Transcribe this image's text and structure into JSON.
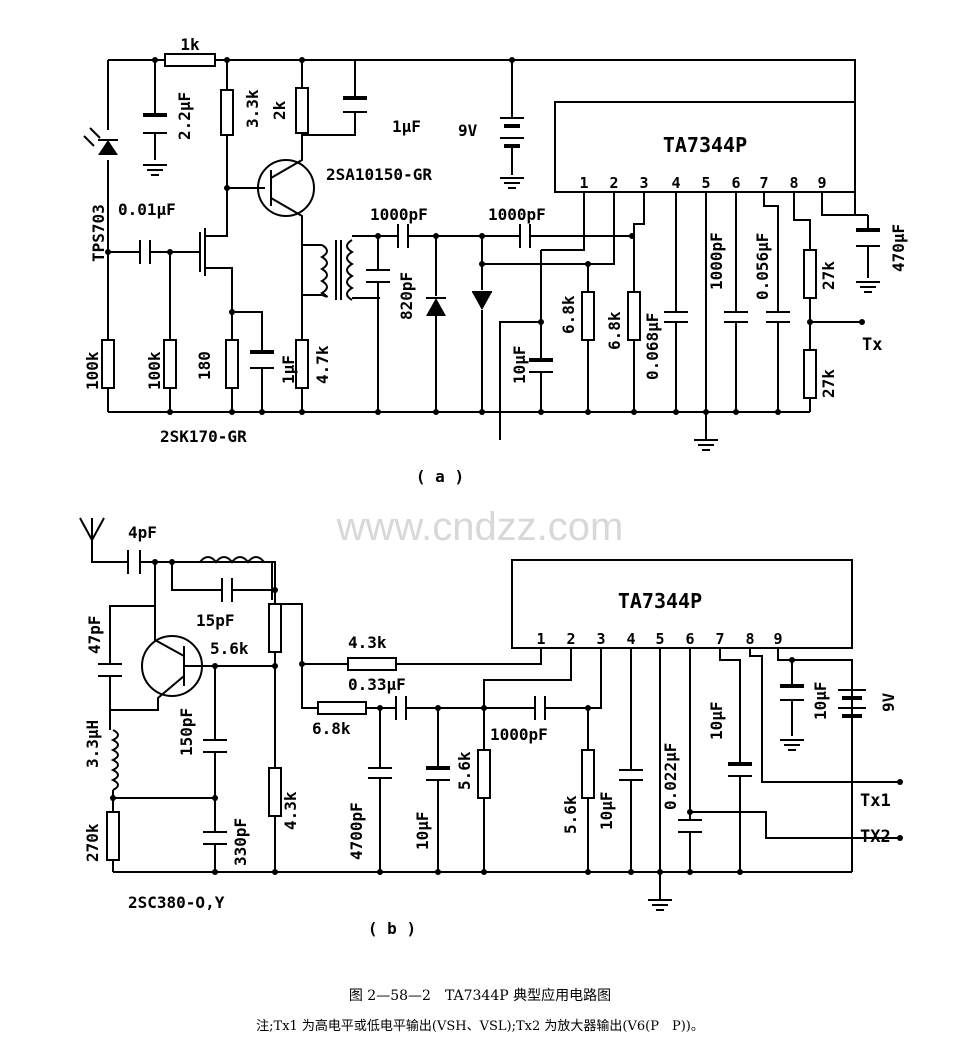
{
  "watermark": "www.cndzz.com",
  "circuit_a": {
    "sub_label": "( a )",
    "ic": {
      "name": "TA7344P",
      "pins": [
        "1",
        "2",
        "3",
        "4",
        "5",
        "6",
        "7",
        "8",
        "9"
      ]
    },
    "labels": {
      "r_top": "1k",
      "cap_2_2uF": "2.2μF",
      "r_3_3k": "3.3k",
      "r_2k": "2k",
      "cap_1uF_top": "1μF",
      "battery": "9V",
      "pnp": "2SA10150-GR",
      "cap_0_01uF": "0.01μF",
      "photodiode": "TPS703",
      "cap_1000pF_a": "1000pF",
      "cap_1000pF_b": "1000pF",
      "cap_820pF": "820pF",
      "r_100k_a": "100k",
      "r_100k_b": "100k",
      "r_180": "180",
      "cap_1uF_mid": "1μF",
      "r_4_7k": "4.7k",
      "cap_10uF": "10μF",
      "r_6_8k_a": "6.8k",
      "r_6_8k_b": "6.8k",
      "cap_0_068uF": "0.068μF",
      "cap_1000pF_c": "1000pF",
      "cap_0_056uF": "0.056μF",
      "r_27k_a": "27k",
      "r_27k_b": "27k",
      "cap_470uF": "470μF",
      "out_tx": "Tx",
      "fet": "2SK170-GR"
    }
  },
  "circuit_b": {
    "sub_label": "( b )",
    "ic": {
      "name": "TA7344P",
      "pins": [
        "1",
        "2",
        "3",
        "4",
        "5",
        "6",
        "7",
        "8",
        "9"
      ]
    },
    "labels": {
      "cap_4pF": "4pF",
      "cap_47pF": "47pF",
      "cap_15pF": "15pF",
      "r_5_6k_a": "5.6k",
      "r_4_3k_a": "4.3k",
      "cap_0_33uF": "0.33μF",
      "r_6_8k": "6.8k",
      "cap_1000pF": "1000pF",
      "ind_3_3uH": "3.3μH",
      "cap_150pF": "150pF",
      "r_270k": "270k",
      "cap_330pF": "330pF",
      "r_4_3k_b": "4.3k",
      "cap_4700pF": "4700pF",
      "cap_10uF_a": "10μF",
      "r_5_6k_b": "5.6k",
      "r_5_6k_c": "5.6k",
      "cap_10uF_b": "10μF",
      "cap_0_022uF": "0.022μF",
      "cap_10uF_c": "10μF",
      "cap_10uF_d": "10μF",
      "battery": "9V",
      "out_tx1": "Tx1",
      "out_tx2": "TX2",
      "transistor": "2SC380-O,Y"
    }
  },
  "caption": {
    "title": "图 2—58—2　TA7344P 典型应用电路图",
    "note": "注;Tx1 为高电平或低电平输出(VSH、VSL);Tx2 为放大器输出(V6(P　P))。"
  }
}
